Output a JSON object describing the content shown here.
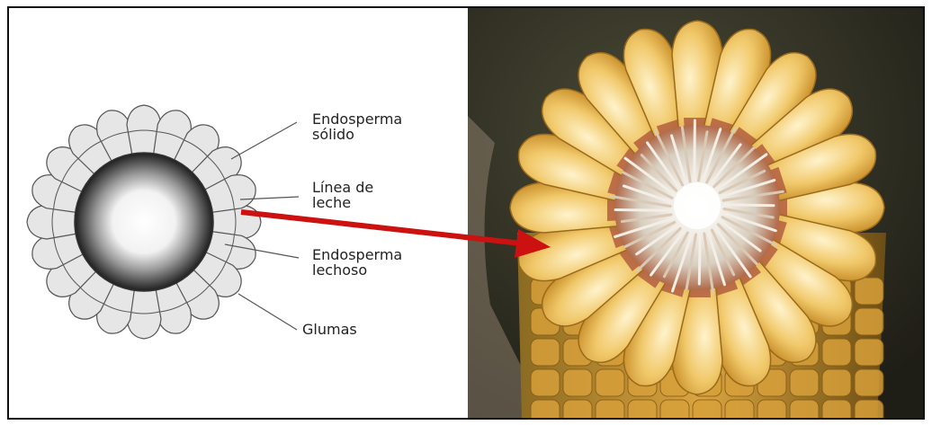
{
  "labels": {
    "solid_endosperm": "Endosperma\nsólido",
    "milk_line": "Línea de\nleche",
    "milky_endosperm": "Endosperma\nlechoso",
    "glumes": "Glumas"
  },
  "colors": {
    "arrow": "#cc1111",
    "kernel_outline": "#555555",
    "kernel_fill": "#e6e6e6",
    "photo_kernel": "#f0c870"
  }
}
